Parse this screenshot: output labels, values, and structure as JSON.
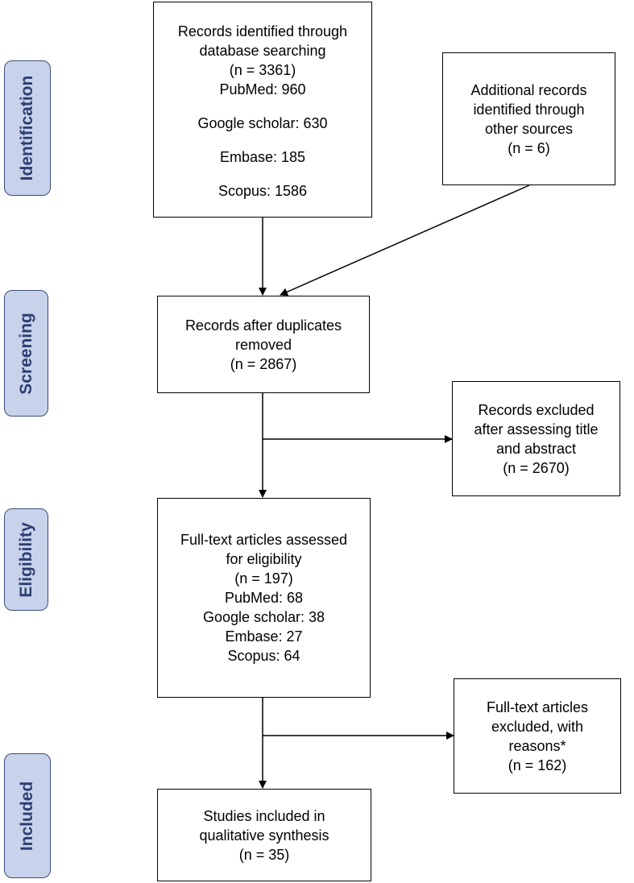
{
  "stages": {
    "identification": "Identification",
    "screening": "Screening",
    "eligibility": "Eligibility",
    "included": "Included"
  },
  "boxes": {
    "database_search": {
      "lines": [
        "Records identified through",
        "database searching",
        "(n = 3361)",
        "PubMed: 960"
      ],
      "sources": [
        "Google scholar: 630",
        "Embase: 185",
        "Scopus: 1586"
      ]
    },
    "other_sources": {
      "lines": [
        "Additional records",
        "identified through",
        "other sources",
        "(n = 6)"
      ]
    },
    "after_duplicates": {
      "lines": [
        "Records after duplicates",
        "removed",
        "(n = 2867)"
      ]
    },
    "excluded_title_abstract": {
      "lines": [
        "Records excluded",
        "after assessing title",
        "and abstract",
        "(n = 2670)"
      ]
    },
    "full_text_assessed": {
      "lines": [
        "Full-text articles assessed",
        "for eligibility",
        "(n = 197)",
        "PubMed: 68",
        "Google scholar: 38",
        "Embase: 27",
        "Scopus: 64"
      ]
    },
    "full_text_excluded": {
      "lines": [
        "Full-text articles",
        "excluded, with",
        "reasons*",
        "(n = 162)"
      ]
    },
    "included_studies": {
      "lines": [
        "Studies included in",
        "qualitative synthesis",
        "(n = 35)"
      ]
    }
  },
  "colors": {
    "stage_fill": "#c8d3eb",
    "stage_border": "#3a4d7a",
    "stage_text": "#2c3e72",
    "box_border": "#000000"
  }
}
